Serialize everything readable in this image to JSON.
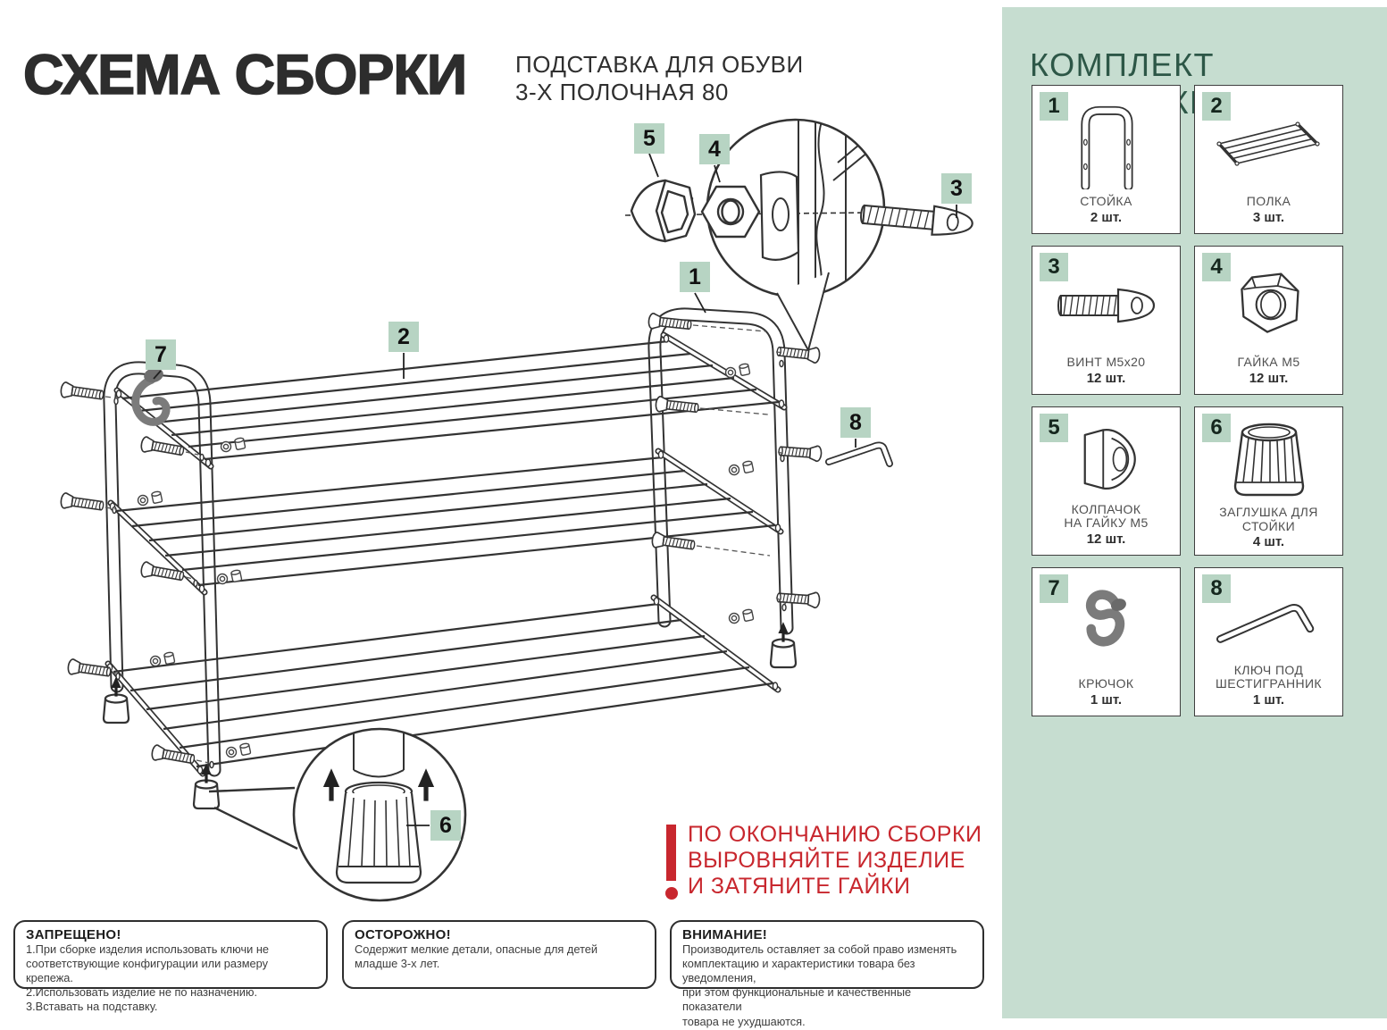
{
  "header": {
    "title": "СХЕМА СБОРКИ",
    "subtitle_line1": "ПОДСТАВКА ДЛЯ ОБУВИ",
    "subtitle_line2": "3-Х ПОЛОЧНАЯ 80"
  },
  "colors": {
    "mint_panel": "#c6ddd0",
    "badge_green": "#b7d4c3",
    "header_green": "#2d5747",
    "warning_red": "#c8272e",
    "line_ink": "#333333"
  },
  "diagram": {
    "callouts": [
      "1",
      "2",
      "3",
      "4",
      "5",
      "6",
      "7",
      "8"
    ]
  },
  "note": {
    "lines": [
      "ПО ОКОНЧАНИЮ СБОРКИ",
      "ВЫРОВНЯЙТЕ ИЗДЕЛИЕ",
      "И ЗАТЯНИТЕ ГАЙКИ"
    ]
  },
  "warnings": [
    {
      "title": "ЗАПРЕЩЕНО!",
      "body": "1.При сборке изделия использовать ключи не\n   соответствующие конфигурации или размеру крепежа.\n2.Использовать изделие не по назначению.\n3.Вставать на подставку."
    },
    {
      "title": "ОСТОРОЖНО!",
      "body": "Содержит мелкие детали, опасные для детей\nмладше 3-х лет."
    },
    {
      "title": "ВНИМАНИЕ!",
      "body": "Производитель оставляет за собой право изменять\nкомплектацию и характеристики товара без уведомления,\nпри этом функциональные и качественные показатели\nтовара не ухудшаются."
    }
  ],
  "kit": {
    "title": "КОМПЛЕКТ ПОСТАВКИ",
    "items": [
      {
        "num": "1",
        "name": "СТОЙКА",
        "qty": "2 шт."
      },
      {
        "num": "2",
        "name": "ПОЛКА",
        "qty": "3 шт."
      },
      {
        "num": "3",
        "name": "ВИНТ М5х20",
        "qty": "12 шт."
      },
      {
        "num": "4",
        "name": "ГАЙКА М5",
        "qty": "12 шт."
      },
      {
        "num": "5",
        "name": "КОЛПАЧОК\nНА ГАЙКУ М5",
        "qty": "12 шт."
      },
      {
        "num": "6",
        "name": "ЗАГЛУШКА ДЛЯ\nСТОЙКИ",
        "qty": "4 шт."
      },
      {
        "num": "7",
        "name": "КРЮЧОК",
        "qty": "1 шт."
      },
      {
        "num": "8",
        "name": "КЛЮЧ ПОД\nШЕСТИГРАННИК",
        "qty": "1 шт."
      }
    ]
  }
}
